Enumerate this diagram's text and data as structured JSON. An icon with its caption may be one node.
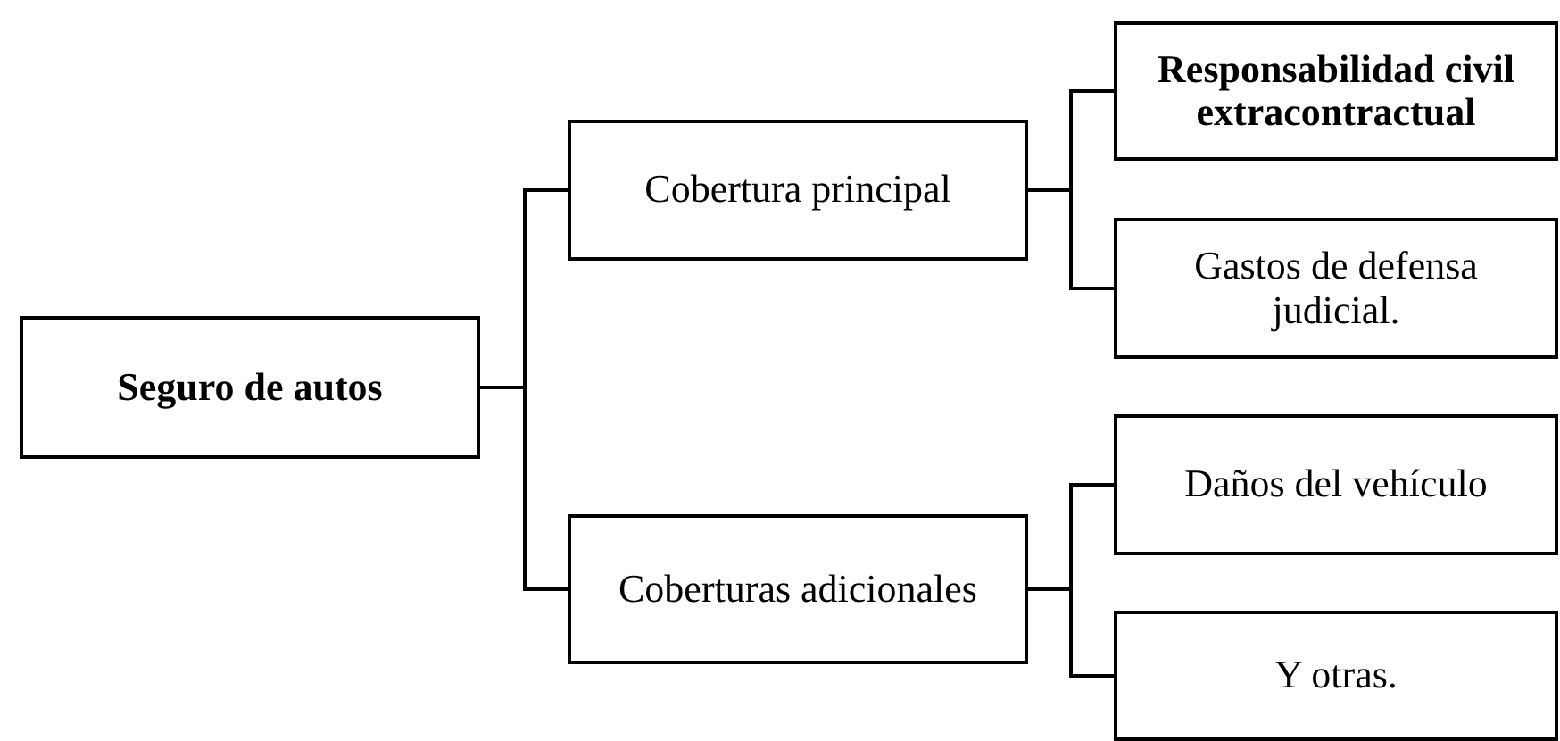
{
  "diagram": {
    "nodes": [
      {
        "text": [
          "Seguro de autos"
        ]
      },
      {
        "text": [
          "Cobertura principal"
        ]
      },
      {
        "text": [
          "Responsabilidad civil extracontractual"
        ]
      },
      {
        "text": [
          "Gastos de defensa judicial."
        ]
      },
      {
        "text": [
          "Coberturas adicionales"
        ]
      },
      {
        "text": [
          "Daños del vehículo"
        ]
      },
      {
        "text": [
          "Y otras."
        ]
      }
    ],
    "edges": [
      {
        "from": 0,
        "to": 1,
        "arrow": "none"
      },
      {
        "from": 0,
        "to": 4,
        "arrow": "none"
      },
      {
        "from": 1,
        "to": 2,
        "arrow": "none"
      },
      {
        "from": 1,
        "to": 3,
        "arrow": "none"
      },
      {
        "from": 4,
        "to": 5,
        "arrow": "none"
      },
      {
        "from": 4,
        "to": 6,
        "arrow": "none"
      }
    ]
  }
}
